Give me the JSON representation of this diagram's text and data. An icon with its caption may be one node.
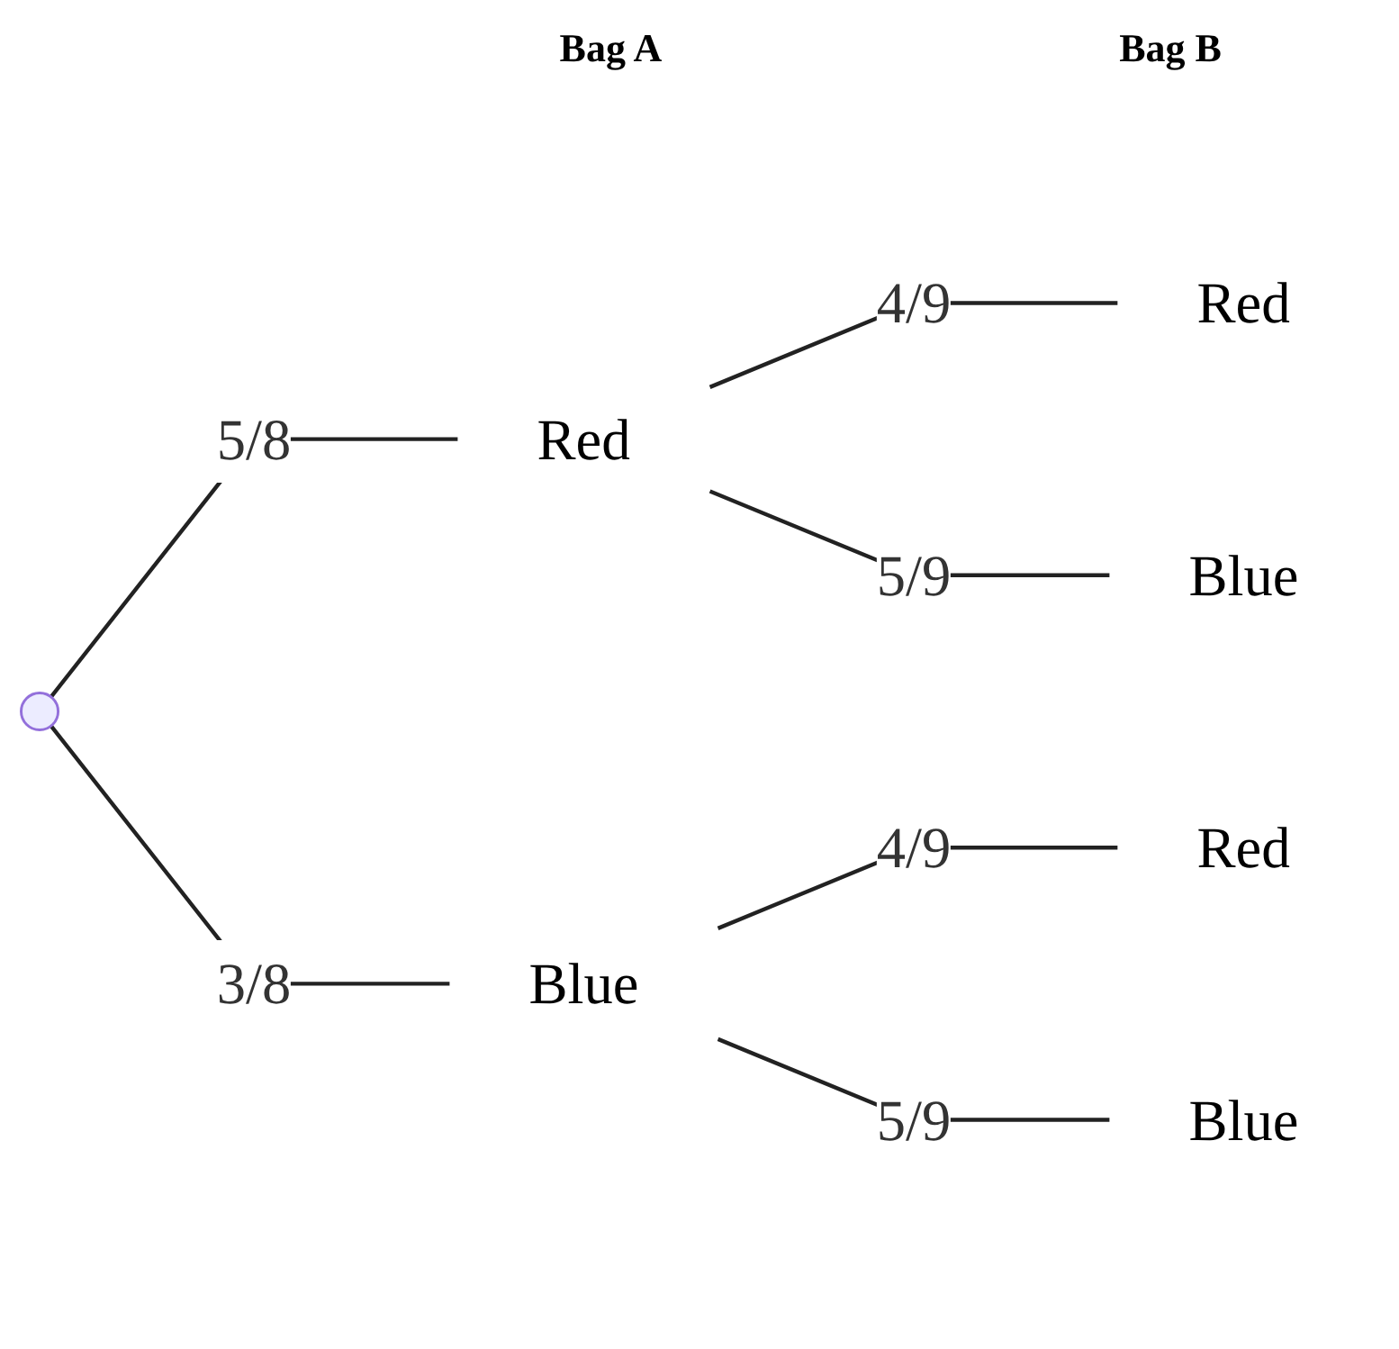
{
  "diagram": {
    "nodes": [
      {
        "text": [],
        "shape": "point"
      },
      {
        "text": [
          "Red"
        ]
      },
      {
        "text": [
          "Blue"
        ]
      },
      {
        "text": [
          "Red"
        ]
      },
      {
        "text": [
          "Blue"
        ]
      },
      {
        "text": [
          "Red"
        ]
      },
      {
        "text": [
          "Blue"
        ]
      }
    ],
    "edges": [
      {
        "from": 0,
        "to": 1,
        "arrow": "none",
        "label": "5/8"
      },
      {
        "from": 0,
        "to": 2,
        "arrow": "none",
        "label": "3/8"
      },
      {
        "from": 1,
        "to": 3,
        "arrow": "none",
        "label": "4/9"
      },
      {
        "from": 1,
        "to": 4,
        "arrow": "none",
        "label": "5/9"
      },
      {
        "from": 2,
        "to": 5,
        "arrow": "none",
        "label": "4/9"
      },
      {
        "from": 2,
        "to": 6,
        "arrow": "none",
        "label": "5/9"
      }
    ],
    "labels": [
      "Bag A",
      "Bag B"
    ]
  }
}
